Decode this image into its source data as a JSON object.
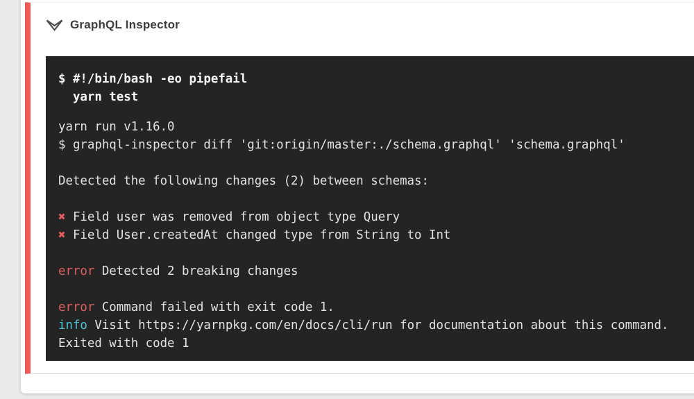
{
  "header": {
    "title": "GraphQL Inspector",
    "collapse_icon": "chevron-double-down-icon"
  },
  "colors": {
    "page_bg": "#eaeaea",
    "card_bg": "#ffffff",
    "status_stripe_red": "#ee5b5b",
    "terminal_bg": "#242424",
    "terminal_text": "#e2e2e2",
    "terminal_bold_text": "#f7f7f7",
    "error_red": "#dd5f5f",
    "x_mark_red": "#e65c5c",
    "info_cyan": "#4ec1d6",
    "title_text": "#3d3d3d"
  },
  "terminal": {
    "command_lines": [
      "$ #!/bin/bash -eo pipefail",
      "  yarn test"
    ],
    "output_lines": [
      {
        "segments": [
          {
            "t": "yarn run v1.16.0",
            "c": "plain"
          }
        ]
      },
      {
        "segments": [
          {
            "t": "$ graphql-inspector diff 'git:origin/master:./schema.graphql' 'schema.graphql'",
            "c": "plain"
          }
        ]
      },
      {
        "segments": []
      },
      {
        "segments": [
          {
            "t": "Detected the following changes (2) between schemas:",
            "c": "plain"
          }
        ]
      },
      {
        "segments": []
      },
      {
        "segments": [
          {
            "t": "✖",
            "c": "x"
          },
          {
            "t": " Field user was removed from object type Query",
            "c": "plain"
          }
        ]
      },
      {
        "segments": [
          {
            "t": "✖",
            "c": "x"
          },
          {
            "t": " Field User.createdAt changed type from String to Int",
            "c": "plain"
          }
        ]
      },
      {
        "segments": []
      },
      {
        "segments": [
          {
            "t": "error",
            "c": "error"
          },
          {
            "t": " Detected 2 breaking changes",
            "c": "plain"
          }
        ]
      },
      {
        "segments": []
      },
      {
        "segments": [
          {
            "t": "error",
            "c": "error"
          },
          {
            "t": " Command failed with exit code 1.",
            "c": "plain"
          }
        ]
      },
      {
        "segments": [
          {
            "t": "info",
            "c": "info"
          },
          {
            "t": " Visit https://yarnpkg.com/en/docs/cli/run for documentation about this command.",
            "c": "plain"
          }
        ]
      },
      {
        "segments": [
          {
            "t": "Exited with code 1",
            "c": "plain"
          }
        ]
      }
    ]
  }
}
